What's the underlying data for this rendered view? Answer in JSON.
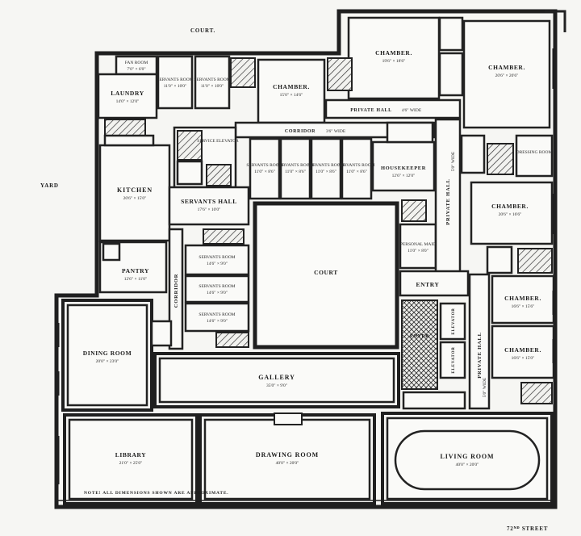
{
  "labels": {
    "court_top": "COURT.",
    "yard": "YARD",
    "court_center": "COURT",
    "street": "72ᴺᴰ STREET",
    "note": "NOTE! ALL DIMENSIONS SHOWN ARE APPROXIMATE."
  },
  "rooms": {
    "chamber_top": {
      "name": "CHAMBER.",
      "dim": "19'6\" × 18'6\""
    },
    "chamber_corner": {
      "name": "CHAMBER.",
      "dim": "20'6\" × 20'6\""
    },
    "chamber_mid": {
      "name": "CHAMBER.",
      "dim": "15'0\" × 14'6\""
    },
    "chamber_right1": {
      "name": "CHAMBER.",
      "dim": "20'6\" × 16'6\""
    },
    "chamber_right2": {
      "name": "CHAMBER.",
      "dim": "16'6\" × 15'6\""
    },
    "chamber_right3": {
      "name": "CHAMBER.",
      "dim": "16'6\" × 15'0\""
    },
    "dressing_room": {
      "name": "DRESSING ROOM",
      "dim": ""
    },
    "private_hall_top": {
      "name": "PRIVATE HALL",
      "dim": "4'6\" WIDE"
    },
    "private_hall_vert": {
      "name": "PRIVATE HALL",
      "dim": "5'0\" WIDE"
    },
    "private_hall_lower": {
      "name": "PRIVATE HALL",
      "dim": "5'0\" WIDE"
    },
    "corridor_top": {
      "name": "CORRIDOR",
      "dim": "3'6\" WIDE"
    },
    "corridor_left": {
      "name": "CORRIDOR",
      "dim": ""
    },
    "fan_room": {
      "name": "FAN ROOM",
      "dim": "7'0\" × 6'0\""
    },
    "laundry": {
      "name": "LAUNDRY",
      "dim": "14'0\" × 12'0\""
    },
    "servants_room_a": {
      "name": "SERVANTS ROOM",
      "dim": "11'0\" × 10'0\""
    },
    "servants_room_b": {
      "name": "SERVANTS ROOM",
      "dim": "11'0\" × 10'0\""
    },
    "service_elevator": {
      "name": "SERVICE ELEVATOR",
      "dim": ""
    },
    "servants_room_c": {
      "name": "SERVANTS ROOM",
      "dim": "11'0\" × 8'6\""
    },
    "servants_room_d": {
      "name": "SERVANTS ROOM",
      "dim": "11'0\" × 8'6\""
    },
    "servants_room_e": {
      "name": "SERVANTS ROOM",
      "dim": "11'0\" × 8'6\""
    },
    "servants_room_f": {
      "name": "SERVANTS ROOM",
      "dim": "11'0\" × 8'6\""
    },
    "housekeeper": {
      "name": "HOUSEKEEPER",
      "dim": "12'6\" × 12'0\""
    },
    "kitchen": {
      "name": "KITCHEN",
      "dim": "20'6\" × 15'0\""
    },
    "servants_hall": {
      "name": "SERVANTS HALL",
      "dim": "17'6\" × 10'0\""
    },
    "personal_maid": {
      "name": "PERSONAL MAID",
      "dim": "11'0\" × 8'0\""
    },
    "pantry": {
      "name": "PANTRY",
      "dim": "12'6\" × 11'0\""
    },
    "servants_room_g": {
      "name": "SERVANTS ROOM",
      "dim": "14'6\" × 9'0\""
    },
    "servants_room_h": {
      "name": "SERVANTS ROOM",
      "dim": "14'6\" × 9'0\""
    },
    "servants_room_i": {
      "name": "SERVANTS ROOM",
      "dim": "14'6\" × 9'0\""
    },
    "entry": {
      "name": "ENTRY",
      "dim": ""
    },
    "foyer": {
      "name": "FOYER",
      "dim": ""
    },
    "elevator_a": {
      "name": "ELEVATOR",
      "dim": ""
    },
    "elevator_b": {
      "name": "ELEVATOR",
      "dim": ""
    },
    "dining_room": {
      "name": "DINING ROOM",
      "dim": "20'0\" × 23'0\""
    },
    "gallery": {
      "name": "GALLERY",
      "dim": "35'0\" × 9'0\""
    },
    "library": {
      "name": "LIBRARY",
      "dim": "21'0\" × 25'0\""
    },
    "drawing_room": {
      "name": "DRAWING ROOM",
      "dim": "40'0\" × 20'0\""
    },
    "living_room": {
      "name": "LIVING ROOM",
      "dim": "40'0\" × 20'0\""
    }
  },
  "colors": {
    "ink": "#1f1f1f",
    "paper": "#f6f6f3"
  }
}
